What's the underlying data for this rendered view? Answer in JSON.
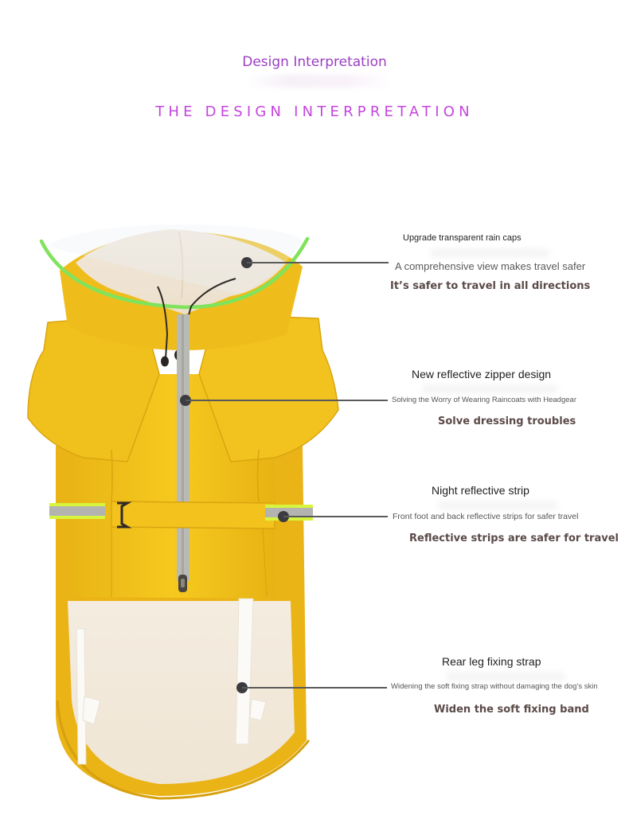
{
  "header": {
    "title": "Design Interpretation",
    "subtitle": "THE DESIGN INTERPRETATION"
  },
  "colors": {
    "title": "#9b3fc2",
    "subtitle": "#c446de",
    "coat_yellow": "#f2c01a",
    "coat_shadow": "#d9a510",
    "lining": "#f2e9dc",
    "hood_trim": "#7de35a",
    "reflective": "#b8b8b4",
    "neon_edge": "#d8f53a",
    "callout": "#5a5a5a"
  },
  "image": {
    "subject": "yellow dog raincoat with transparent hood",
    "icon": "dog-raincoat-illustration"
  },
  "callouts": [
    {
      "heading": "Upgrade transparent rain caps",
      "description": "A comprehensive view makes travel safer",
      "tagline": "It’s safer to travel in all directions"
    },
    {
      "heading": "New reflective zipper design",
      "description": "Solving the Worry of Wearing Raincoats with Headgear",
      "tagline": "Solve dressing troubles"
    },
    {
      "heading": "Night reflective strip",
      "description": "Front foot and back reflective strips for safer travel",
      "tagline": "Reflective strips are safer for travel"
    },
    {
      "heading": "Rear leg fixing strap",
      "description": "Widening the soft fixing strap without damaging the dog’s skin",
      "tagline": "Widen the soft fixing band"
    }
  ]
}
